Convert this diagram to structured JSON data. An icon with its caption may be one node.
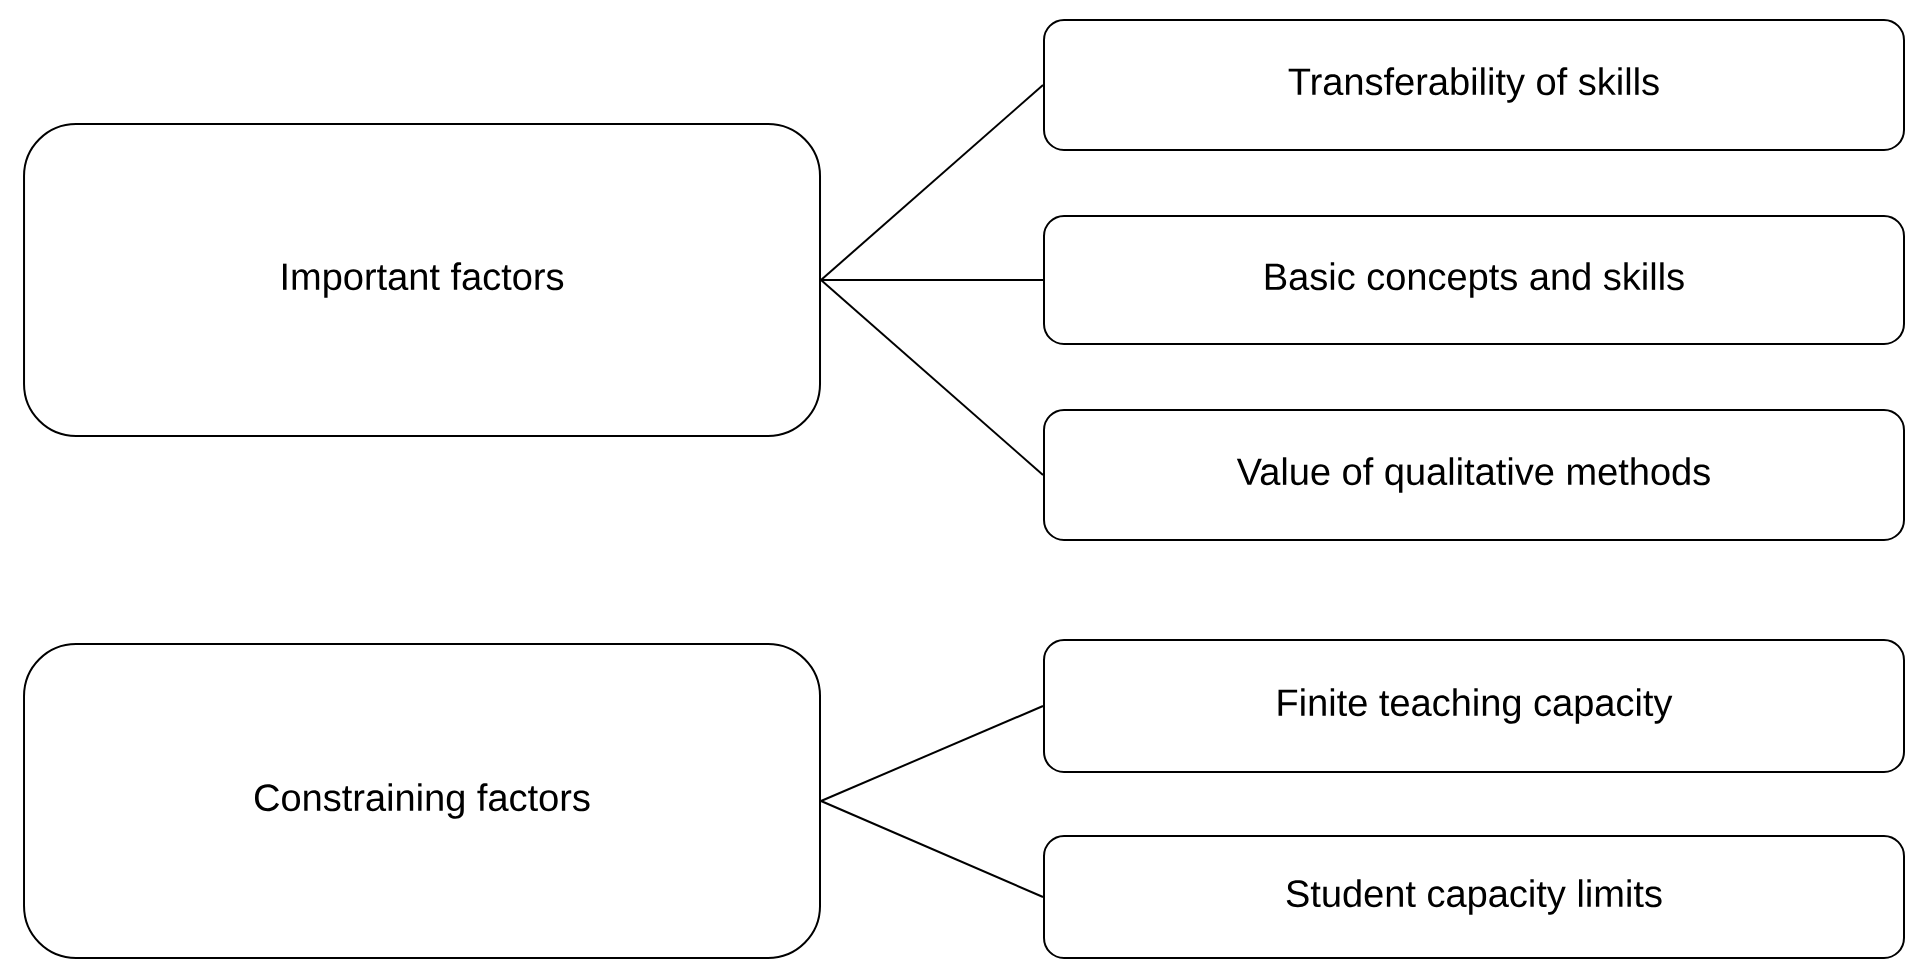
{
  "diagram": {
    "nodes": [
      {
        "text": [
          "Important factors"
        ]
      },
      {
        "text": [
          "Transferability of skills"
        ]
      },
      {
        "text": [
          "Basic concepts and skills"
        ]
      },
      {
        "text": [
          "Value of qualitative methods"
        ]
      },
      {
        "text": [
          "Constraining factors"
        ]
      },
      {
        "text": [
          "Finite teaching capacity"
        ]
      },
      {
        "text": [
          "Student capacity limits"
        ]
      }
    ],
    "edges": [
      {
        "from": 0,
        "to": 1,
        "arrow": "none"
      },
      {
        "from": 0,
        "to": 2,
        "arrow": "none"
      },
      {
        "from": 0,
        "to": 3,
        "arrow": "none"
      },
      {
        "from": 4,
        "to": 5,
        "arrow": "none"
      },
      {
        "from": 4,
        "to": 6,
        "arrow": "none"
      }
    ]
  }
}
